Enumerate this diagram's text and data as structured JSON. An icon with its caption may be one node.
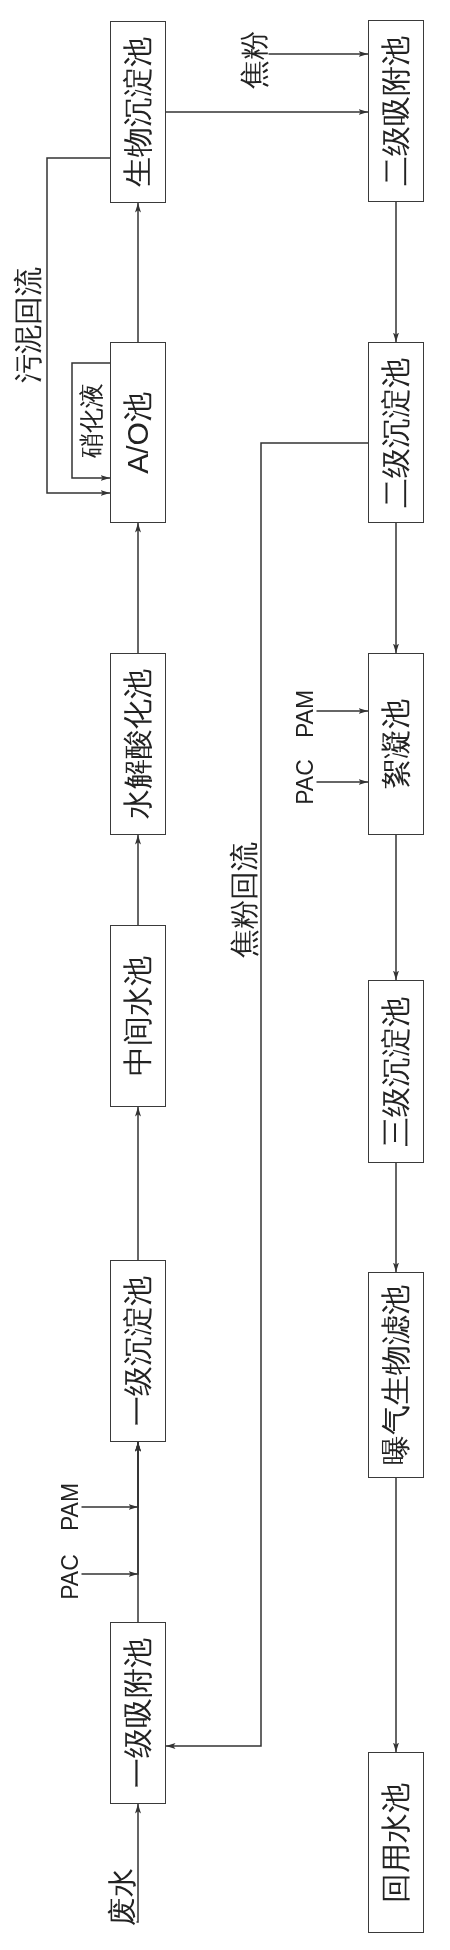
{
  "diagram": {
    "nodes": [
      {
        "text": [
          "废水"
        ]
      },
      {
        "text": [
          "一级吸附池"
        ]
      },
      {
        "text": [
          "PAC"
        ]
      },
      {
        "text": [
          "PAM"
        ]
      },
      {
        "text": [
          "一级沉淀池"
        ]
      },
      {
        "text": [
          "中间水池"
        ]
      },
      {
        "text": [
          "水解酸化池"
        ]
      },
      {
        "text": [
          "A/O池"
        ]
      },
      {
        "text": [
          "生物沉淀池"
        ]
      },
      {
        "text": [
          "焦粉"
        ]
      },
      {
        "text": [
          "二级吸附池"
        ]
      },
      {
        "text": [
          "二级沉淀池"
        ]
      },
      {
        "text": [
          "PAC"
        ]
      },
      {
        "text": [
          "PAM"
        ]
      },
      {
        "text": [
          "絮凝池"
        ]
      },
      {
        "text": [
          "三级沉淀池"
        ]
      },
      {
        "text": [
          "曝气生物滤池"
        ]
      },
      {
        "text": [
          "回用水池"
        ]
      }
    ],
    "edges": [
      {
        "from": 0,
        "to": 1,
        "arrow": "to"
      },
      {
        "from": 1,
        "to": 4,
        "arrow": "to"
      },
      {
        "from": 2,
        "to": 4,
        "arrow": "to"
      },
      {
        "from": 3,
        "to": 4,
        "arrow": "to"
      },
      {
        "from": 4,
        "to": 5,
        "arrow": "to"
      },
      {
        "from": 5,
        "to": 6,
        "arrow": "to"
      },
      {
        "from": 6,
        "to": 7,
        "arrow": "to"
      },
      {
        "from": 7,
        "to": 7,
        "arrow": "to",
        "label": "硝化液"
      },
      {
        "from": 7,
        "to": 8,
        "arrow": "to"
      },
      {
        "from": 8,
        "to": 7,
        "arrow": "to",
        "label": "污泥回流"
      },
      {
        "from": 8,
        "to": 10,
        "arrow": "to"
      },
      {
        "from": 9,
        "to": 10,
        "arrow": "to"
      },
      {
        "from": 10,
        "to": 11,
        "arrow": "to"
      },
      {
        "from": 11,
        "to": 1,
        "arrow": "to",
        "label": "焦粉回流"
      },
      {
        "from": 11,
        "to": 14,
        "arrow": "to"
      },
      {
        "from": 12,
        "to": 14,
        "arrow": "to"
      },
      {
        "from": 13,
        "to": 14,
        "arrow": "to"
      },
      {
        "from": 14,
        "to": 15,
        "arrow": "to"
      },
      {
        "from": 15,
        "to": 16,
        "arrow": "to"
      },
      {
        "from": 16,
        "to": 17,
        "arrow": "to"
      }
    ]
  }
}
